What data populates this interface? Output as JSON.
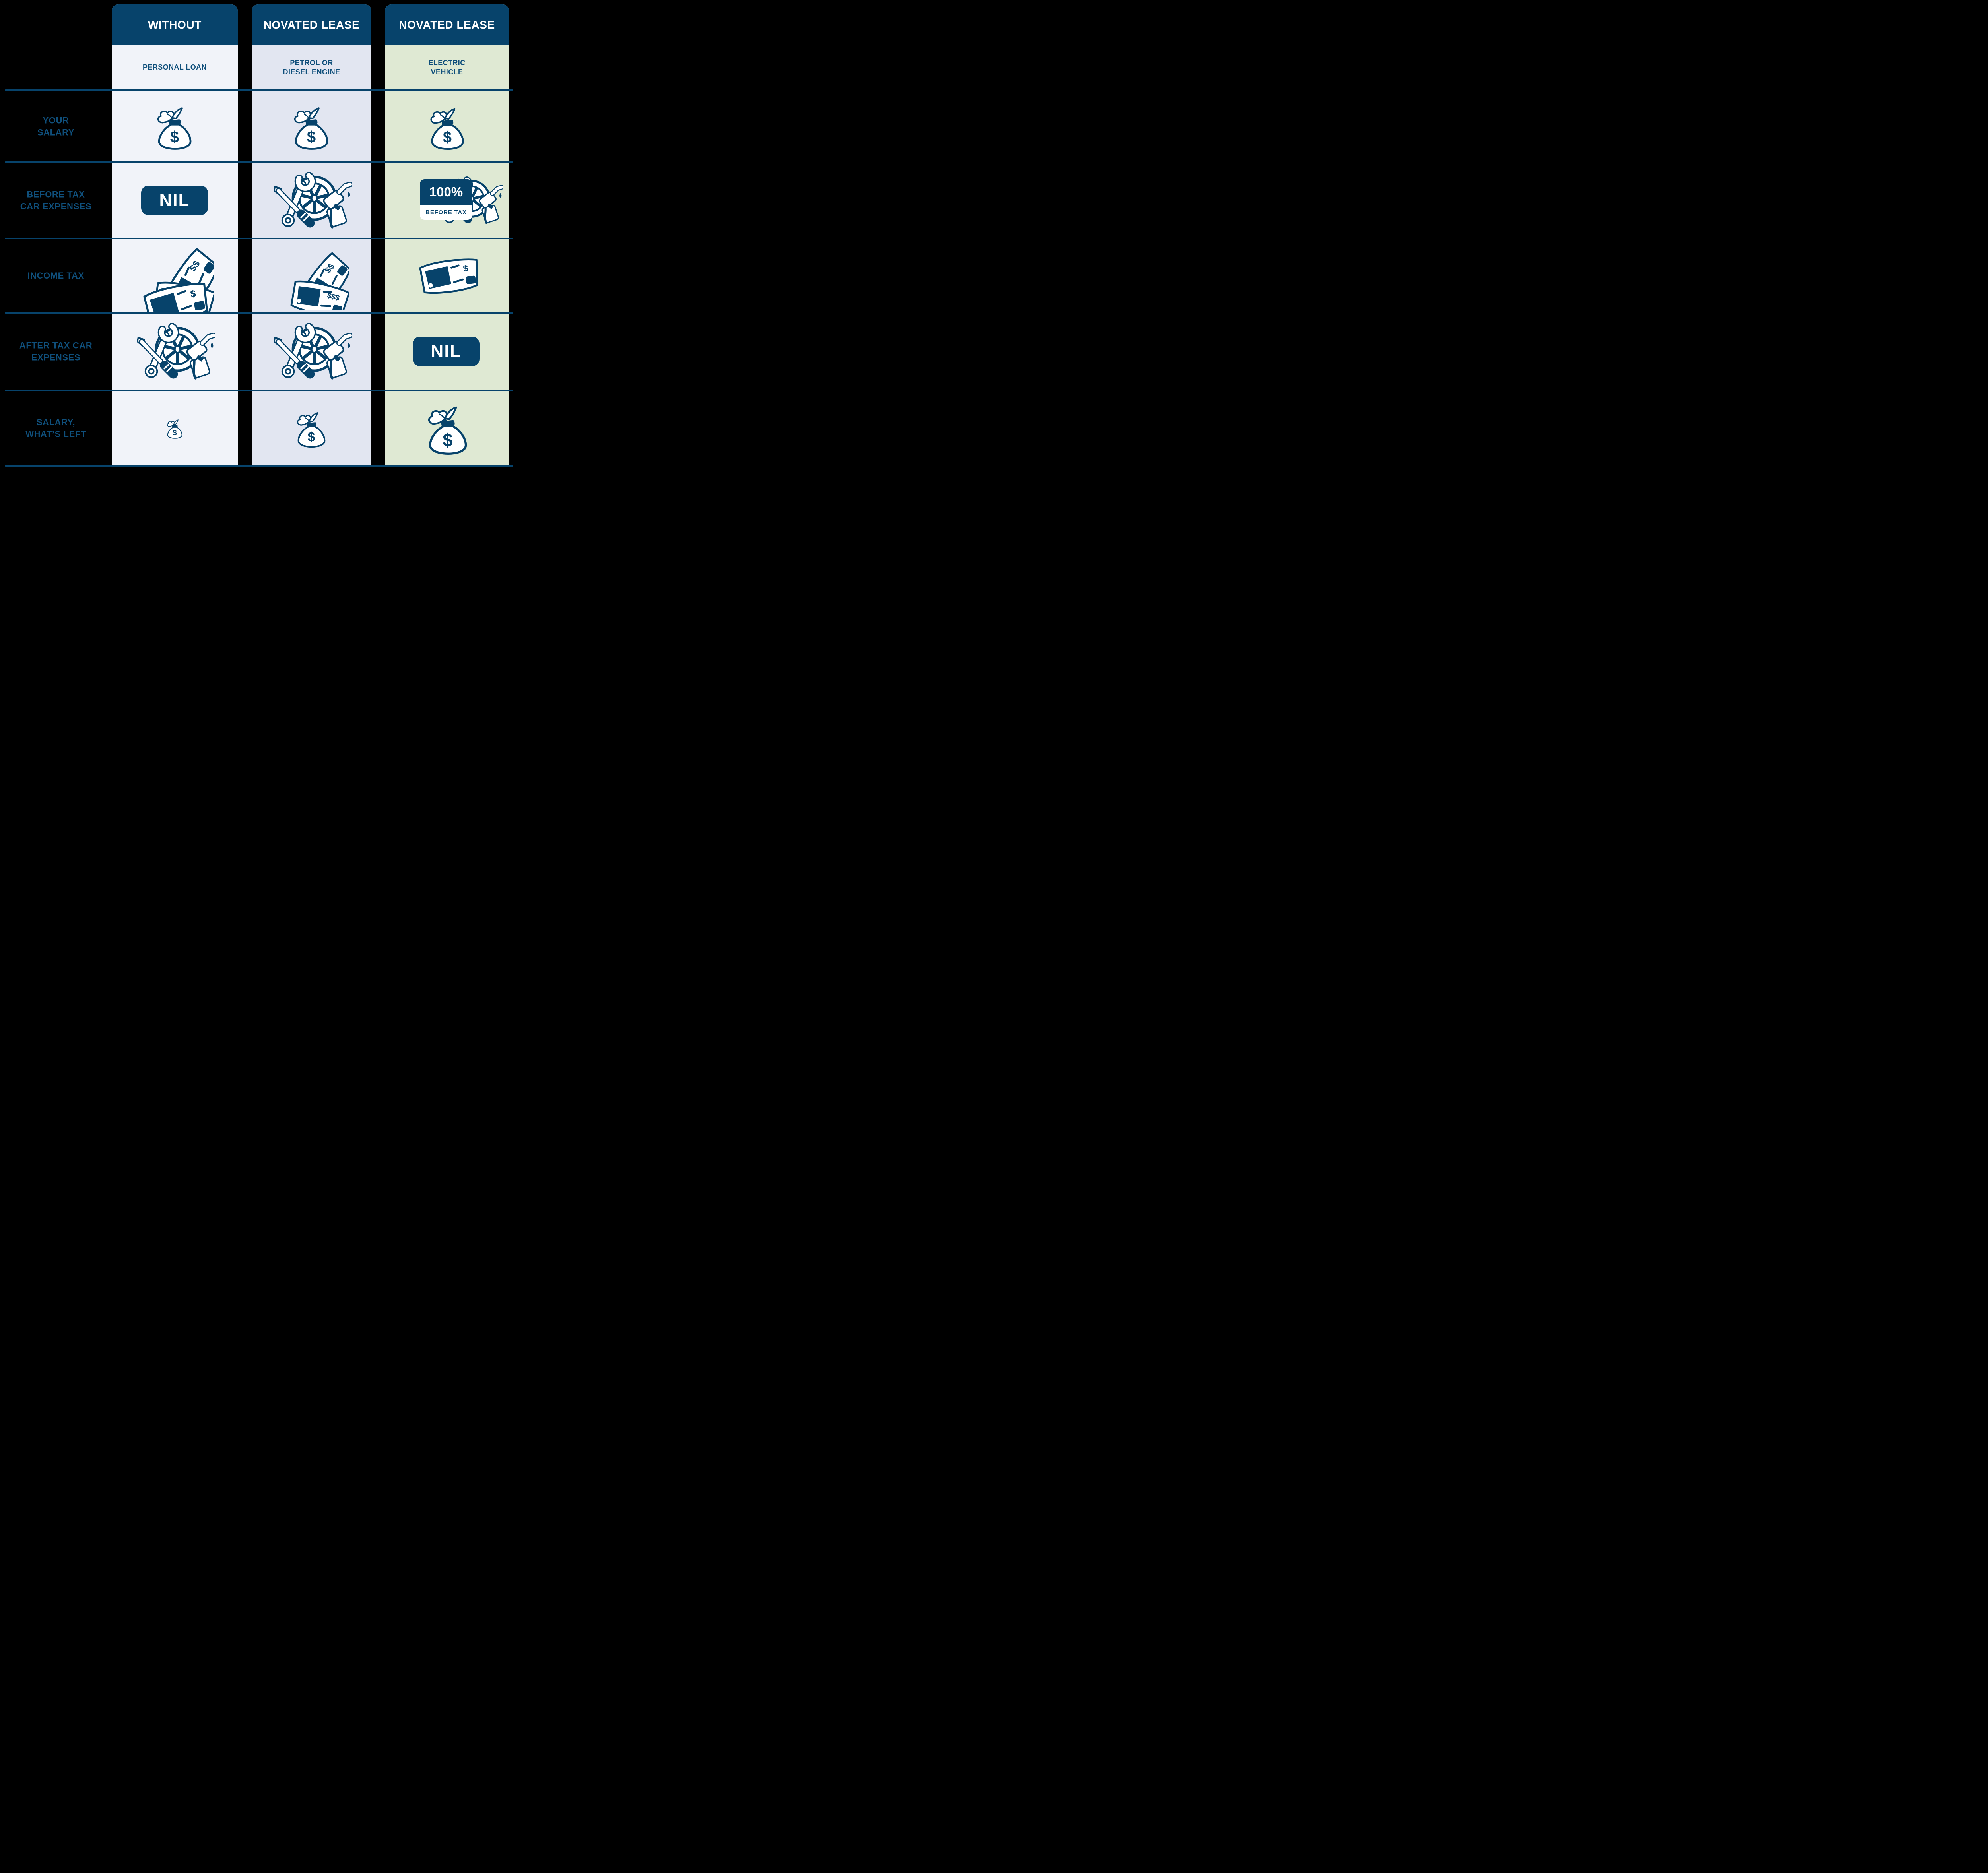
{
  "columns": [
    {
      "header": "WITHOUT",
      "subheader": [
        "PERSONAL LOAN",
        ""
      ]
    },
    {
      "header": "NOVATED LEASE",
      "subheader": [
        "PETROL OR",
        "DIESEL ENGINE"
      ]
    },
    {
      "header": "NOVATED LEASE",
      "subheader": [
        "ELECTRIC",
        "VEHICLE"
      ]
    }
  ],
  "rows": [
    {
      "label": [
        "YOUR",
        "SALARY"
      ]
    },
    {
      "label": [
        "BEFORE TAX",
        "CAR EXPENSES"
      ]
    },
    {
      "label": [
        "INCOME TAX",
        ""
      ]
    },
    {
      "label": [
        "AFTER TAX CAR",
        "EXPENSES"
      ]
    },
    {
      "label": [
        "SALARY,",
        "WHAT’S LEFT"
      ]
    }
  ],
  "values": {
    "nil": "NIL",
    "badge_percent": "100%",
    "badge_caption": "BEFORE TAX"
  },
  "icons": {
    "bag_dollar": "$",
    "note_one": "$",
    "note_two": "$$",
    "note_three": "$$$"
  },
  "cells": {
    "your_salary": [
      "money-bag",
      "money-bag",
      "money-bag"
    ],
    "before_tax_car_expenses": [
      "nil-pill",
      "car-expenses",
      "car-expenses with 100% BEFORE TAX badge"
    ],
    "income_tax": [
      "banknotes-three",
      "banknotes-two",
      "banknote-one"
    ],
    "after_tax_car_expenses": [
      "car-expenses",
      "car-expenses",
      "nil-pill"
    ],
    "salary_whats_left": [
      "money-bag-small",
      "money-bag-medium",
      "money-bag-large"
    ]
  },
  "colors": {
    "navy": "#07436B",
    "label_blue": "#0F4F7B",
    "without_bg": "#F1F3F9",
    "petrol_bg": "#E2E6F1",
    "ev_bg": "#DFE9D3",
    "page_bg": "#000000"
  }
}
